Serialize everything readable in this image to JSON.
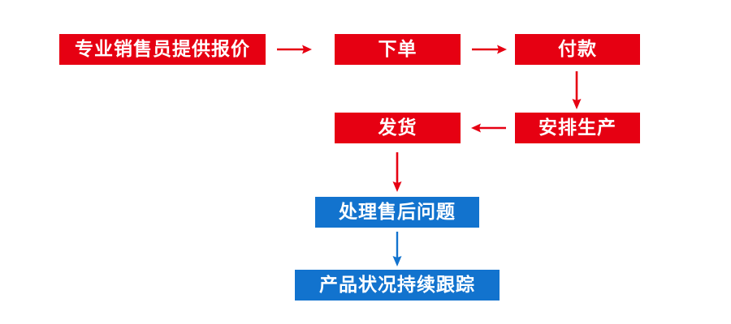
{
  "diagram": {
    "title": "",
    "colors": {
      "red": "#e60012",
      "blue": "#1273ce",
      "background": "#ffffff",
      "node_text": "#ffffff"
    },
    "nodes": [
      {
        "id": "quote",
        "label": "专业销售员提供报价",
        "color": "red",
        "row": 1,
        "order": 1
      },
      {
        "id": "order",
        "label": "下单",
        "color": "red",
        "row": 1,
        "order": 2
      },
      {
        "id": "payment",
        "label": "付款",
        "color": "red",
        "row": 1,
        "order": 3
      },
      {
        "id": "production",
        "label": "安排生产",
        "color": "red",
        "row": 2,
        "order": 4
      },
      {
        "id": "shipping",
        "label": "发货",
        "color": "red",
        "row": 2,
        "order": 5
      },
      {
        "id": "aftersales",
        "label": "处理售后问题",
        "color": "blue",
        "row": 3,
        "order": 6
      },
      {
        "id": "tracking",
        "label": "产品状况持续跟踪",
        "color": "blue",
        "row": 4,
        "order": 7
      }
    ],
    "connectors": [
      {
        "id": "quote-order",
        "from": "quote",
        "to": "order",
        "direction": "right",
        "color": "red"
      },
      {
        "id": "order-payment",
        "from": "order",
        "to": "payment",
        "direction": "right",
        "color": "red"
      },
      {
        "id": "payment-production",
        "from": "payment",
        "to": "production",
        "direction": "down",
        "color": "red"
      },
      {
        "id": "production-ship",
        "from": "production",
        "to": "shipping",
        "direction": "left",
        "color": "red"
      },
      {
        "id": "ship-aftersales",
        "from": "shipping",
        "to": "aftersales",
        "direction": "down",
        "color": "red"
      },
      {
        "id": "aftersales-track",
        "from": "aftersales",
        "to": "tracking",
        "direction": "down",
        "color": "blue"
      }
    ]
  }
}
